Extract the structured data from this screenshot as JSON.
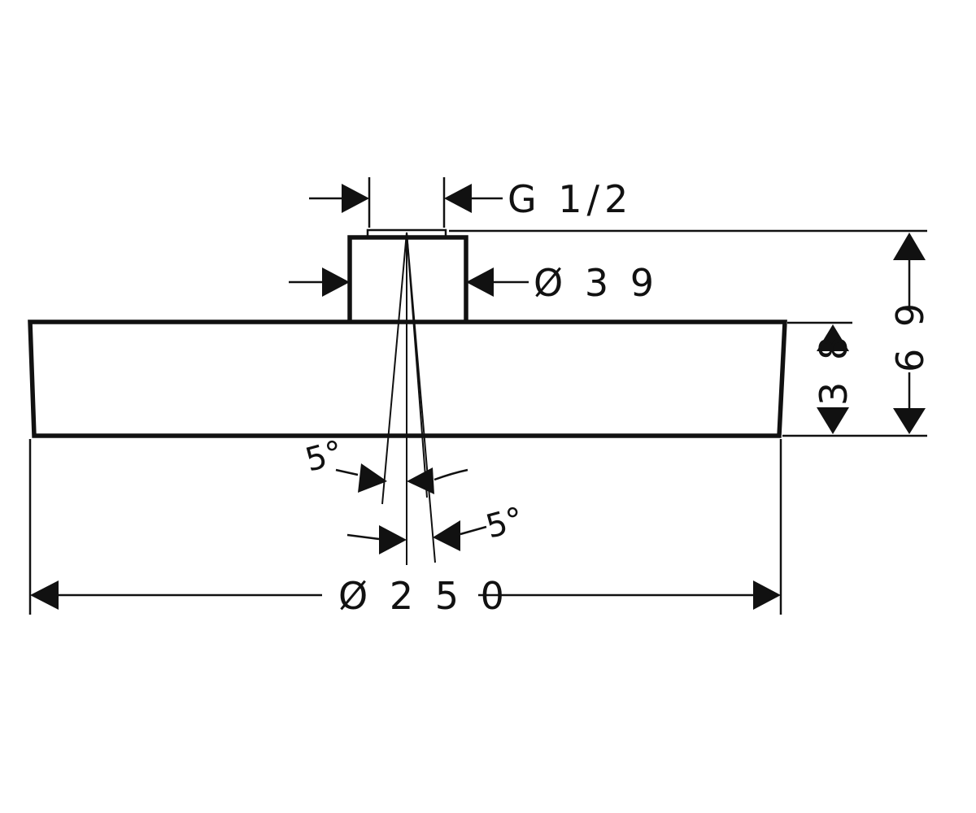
{
  "diagram": {
    "subject": "shower head technical dimension drawing",
    "colors": {
      "ink": "#111111",
      "background": "#ffffff"
    },
    "dimensions": {
      "thread": "G 1/2",
      "connector_diameter": "Ø 3 9",
      "head_diameter": "Ø 2 5 0",
      "head_height": "3 8",
      "total_height": "6 9",
      "spray_angle_upper": "5°",
      "spray_angle_lower": "5°"
    }
  }
}
